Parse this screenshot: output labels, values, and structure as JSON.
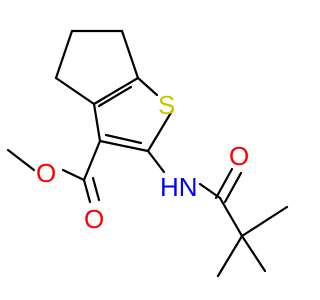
{
  "molecule": {
    "atoms": {
      "sulfur": "S",
      "ester_carbonyl_oxygen": "O",
      "ester_single_oxygen": "O",
      "amide_carbonyl_oxygen": "O",
      "amide_nh": "HN"
    },
    "colors": {
      "bond": "#000000",
      "oxygen": "#ff0000",
      "nitrogen": "#0000ff",
      "sulfur": "#c8c800",
      "background": "#ffffff"
    }
  }
}
